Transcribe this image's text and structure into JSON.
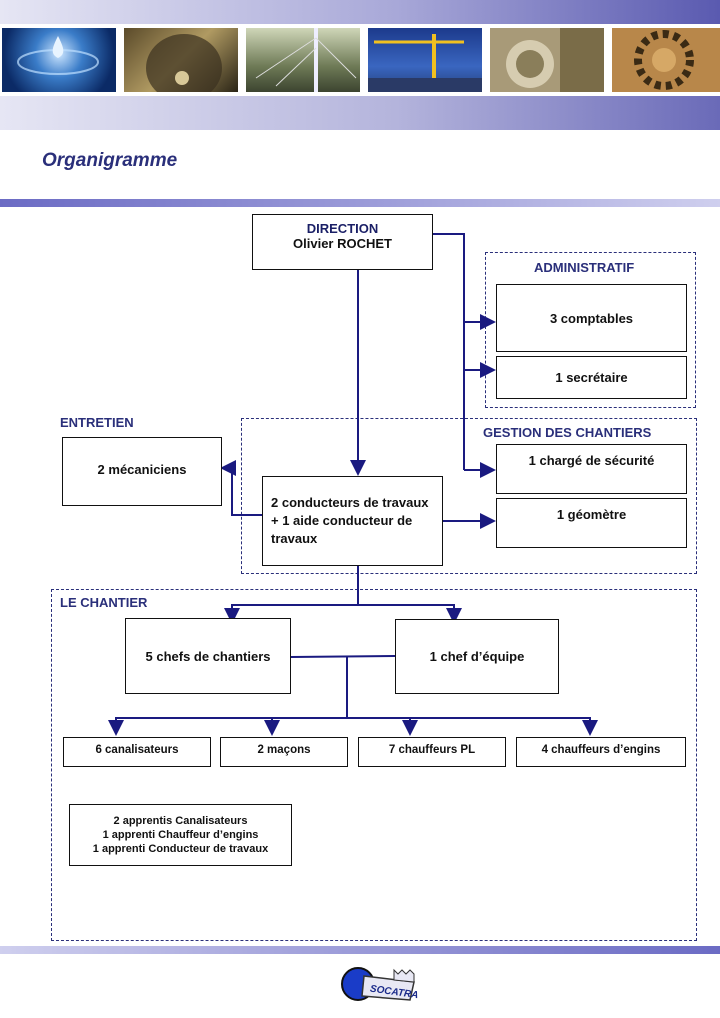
{
  "title": "Organigramme",
  "colors": {
    "accent": "#2a2f7a",
    "line": "#1a1a80",
    "text": "#1a1f66"
  },
  "photos": [
    "water-drop-photo",
    "tunnel-photo",
    "bridge-photo",
    "crane-photo",
    "roundabout-photo",
    "grating-photo"
  ],
  "direction": {
    "line1": "DIRECTION",
    "line2": "Olivier ROCHET"
  },
  "groups": {
    "administratif": "ADMINISTRATIF",
    "gestion": "GESTION DES CHANTIERS",
    "entretien": "ENTRETIEN",
    "chantier": "LE CHANTIER"
  },
  "boxes": {
    "comptables": "3 comptables",
    "secretaire": "1 secrétaire",
    "securite": "1 chargé de sécurité",
    "geometre": "1 géomètre",
    "mecaniciens": "2 mécaniciens",
    "conducteurs": "2 conducteurs de travaux + 1 aide conducteur de travaux",
    "chefs_chantiers": "5 chefs de chantiers",
    "chef_equipe": "1 chef d’équipe",
    "canalisateurs": "6 canalisateurs",
    "macons": "2 maçons",
    "chauffeurs_pl": "7 chauffeurs PL",
    "chauffeurs_engins": "4 chauffeurs d’engins"
  },
  "apprentis": [
    "2 apprentis Canalisateurs",
    "1 apprenti Chauffeur d’engins",
    "1 apprenti Conducteur de travaux"
  ],
  "logo_text": "SOCATRA"
}
